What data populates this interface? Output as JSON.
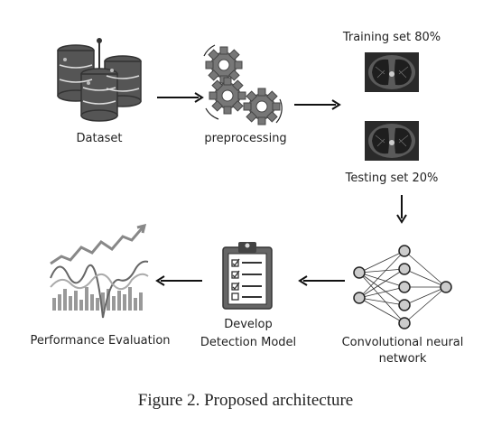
{
  "nodes": {
    "dataset": "Dataset",
    "preprocessing": "preprocessing",
    "training": "Training set 80%",
    "testing": "Testing set 20%",
    "cnn_line1": "Convolutional neural",
    "cnn_line2": "network",
    "model_line1": "Develop",
    "model_line2": "Detection Model",
    "evaluation": "Performance Evaluation"
  },
  "caption": "Figure 2. Proposed architecture",
  "icons": [
    "database-icon",
    "gears-icon",
    "lung-ct-icon",
    "neural-network-icon",
    "clipboard-checklist-icon",
    "chart-icon"
  ]
}
